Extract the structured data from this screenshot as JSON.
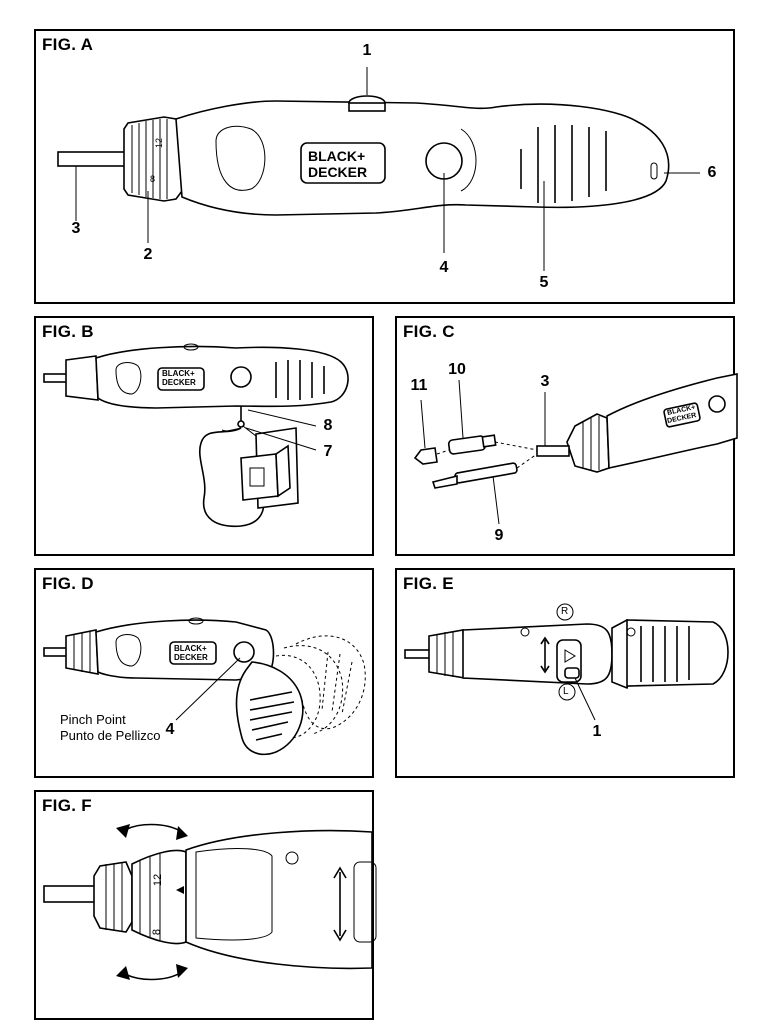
{
  "figures": {
    "a": {
      "title": "FIG. A",
      "callouts": [
        "1",
        "2",
        "3",
        "4",
        "5",
        "6"
      ],
      "logo": [
        "BLACK+",
        "DECKER"
      ],
      "dial_marks": [
        "12",
        "8"
      ]
    },
    "b": {
      "title": "FIG. B",
      "callouts": [
        "8",
        "7"
      ],
      "logo": [
        "BLACK+",
        "DECKER"
      ]
    },
    "c": {
      "title": "FIG. C",
      "callouts": [
        "11",
        "10",
        "3",
        "9"
      ],
      "logo": [
        "BLACK+",
        "DECKER"
      ]
    },
    "d": {
      "title": "FIG. D",
      "callouts": [
        "4"
      ],
      "logo": [
        "BLACK+",
        "DECKER"
      ],
      "note_en": "Pinch Point",
      "note_es": "Punto de Pellizco"
    },
    "e": {
      "title": "FIG. E",
      "callouts": [
        "1"
      ],
      "switch_labels": [
        "R",
        "L"
      ]
    },
    "f": {
      "title": "FIG. F",
      "dial_marks": [
        "12",
        "8"
      ]
    }
  }
}
